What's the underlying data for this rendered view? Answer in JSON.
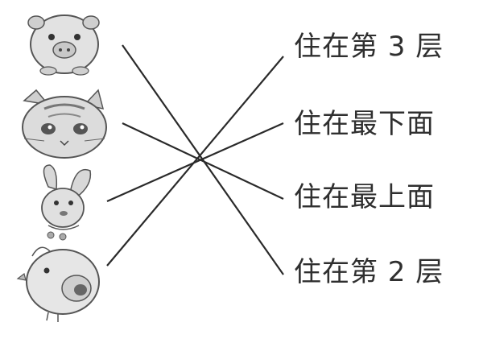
{
  "left_items": [
    {
      "icon": "pig-icon"
    },
    {
      "icon": "cat-icon"
    },
    {
      "icon": "rabbit-icon"
    },
    {
      "icon": "chick-icon"
    }
  ],
  "right_labels": [
    {
      "text": "住在第 3 层"
    },
    {
      "text": "住在最下面"
    },
    {
      "text": "住在最上面"
    },
    {
      "text": "住在第 2 层"
    }
  ],
  "connections": [
    {
      "from": "pig",
      "to": "住在第 2 层"
    },
    {
      "from": "cat",
      "to": "住在最上面"
    },
    {
      "from": "rabbit",
      "to": "住在最下面"
    },
    {
      "from": "chick",
      "to": "住在第 3 层"
    }
  ],
  "colors": {
    "line": "#2a2a2a",
    "icon_fill": "#d6d6d6",
    "icon_stroke": "#555555",
    "text": "#2f2f2f"
  }
}
